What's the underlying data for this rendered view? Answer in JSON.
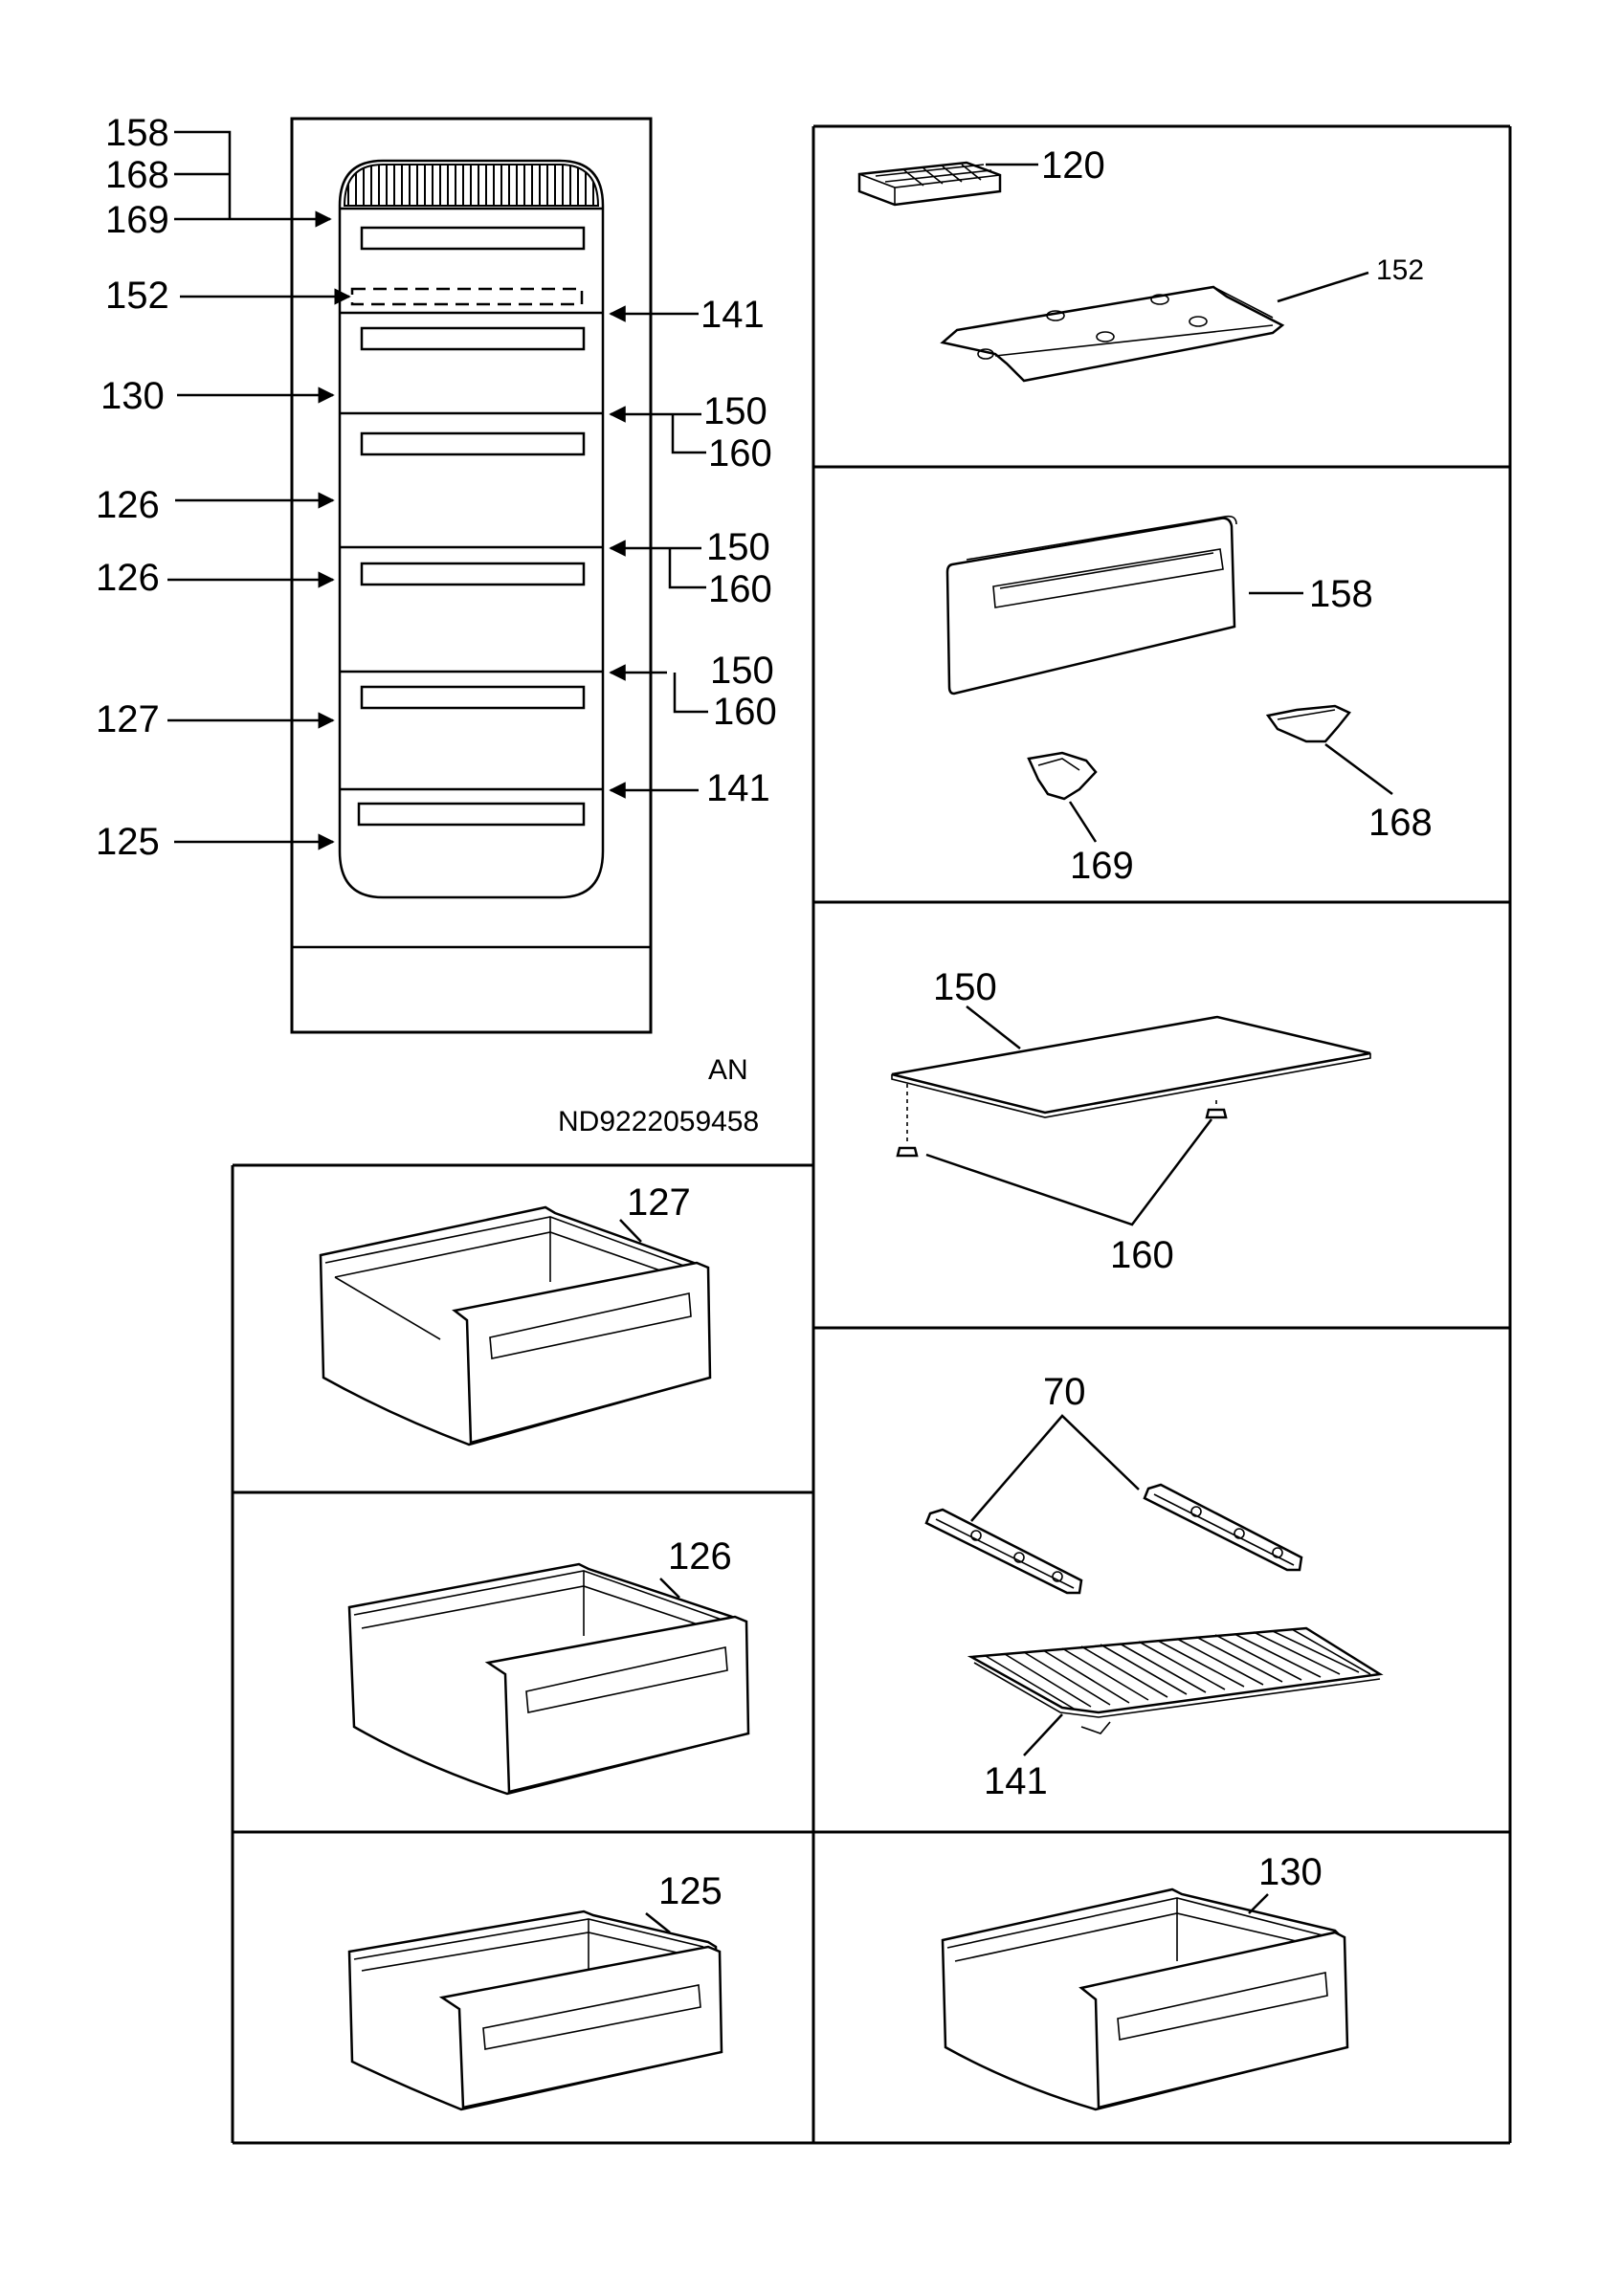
{
  "cabinet_labels": {
    "l158": "158",
    "l168": "168",
    "l169": "169",
    "l152": "152",
    "l130": "130",
    "l126a": "126",
    "l126b": "126",
    "l127": "127",
    "l125": "125",
    "r141a": "141",
    "r150a": "150",
    "r160a": "160",
    "r150b": "150",
    "r160b": "160",
    "r150c": "150",
    "r160c": "160",
    "r141b": "141"
  },
  "doc_codes": {
    "variant": "AN",
    "drawing_number": "ND9222059458"
  },
  "panels": {
    "ice_tray_label": "120",
    "ice_cover_label": "152",
    "flap_label": "158",
    "hinge_left_label": "169",
    "hinge_right_label": "168",
    "glass_shelf_label": "150",
    "shelf_support_label": "160",
    "runners_label": "70",
    "wire_shelf_label": "141",
    "drawer_127_label": "127",
    "drawer_126_label": "126",
    "drawer_125_label": "125",
    "drawer_130_label": "130"
  }
}
